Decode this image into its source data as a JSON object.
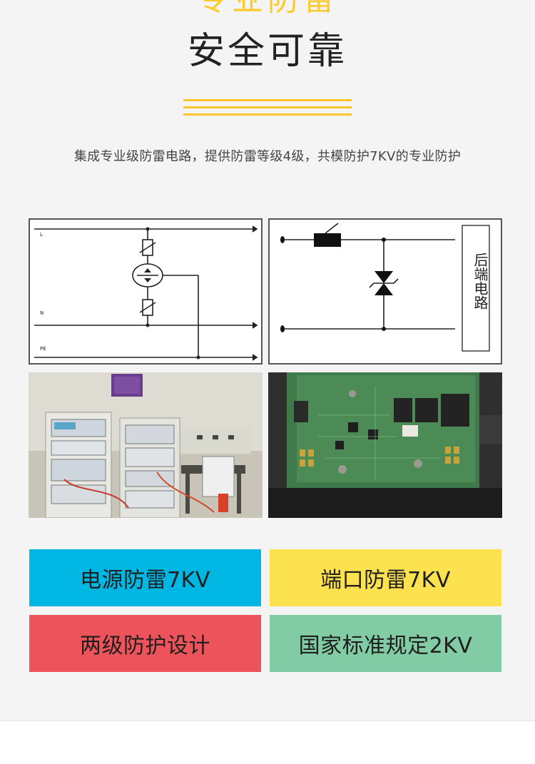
{
  "header": {
    "title_top": "专业防雷",
    "title_main": "安全可靠"
  },
  "description": "集成专业级防雷电路，提供防雷等级4级，共模防护7KV的专业防护",
  "diagrams": {
    "left": {
      "label_l": "L",
      "label_n": "N",
      "label_pe": "PE"
    },
    "right": {
      "side_label": "后端电路"
    }
  },
  "features": [
    {
      "label": "电源防雷7KV",
      "color": "#00b7e3"
    },
    {
      "label": "端口防雷7KV",
      "color": "#fde250"
    },
    {
      "label": "两级防护设计",
      "color": "#ed535a"
    },
    {
      "label": "国家标准规定2KV",
      "color": "#81cca5"
    }
  ],
  "colors": {
    "accent": "#fccc2d",
    "rule": "#fbc529",
    "background": "#f4f4f4"
  }
}
